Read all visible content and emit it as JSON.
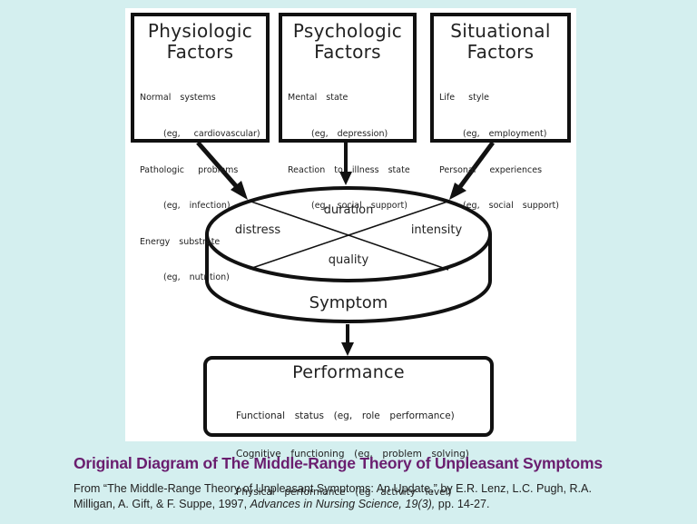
{
  "diagram": {
    "factors": [
      {
        "title_line1": "Physiologic",
        "title_line2": "Factors",
        "items": [
          {
            "label": "Normal  systems",
            "example": "(eg,   cardiovascular)"
          },
          {
            "label": "Pathologic   problems",
            "example": "(eg,  infection)"
          },
          {
            "label": "Energy  substrate",
            "example": "(eg,  nutrition)"
          }
        ]
      },
      {
        "title_line1": "Psychologic",
        "title_line2": "Factors",
        "items": [
          {
            "label": "Mental  state",
            "example": "(eg,  depression)"
          },
          {
            "label": "Reaction  to  illness  state",
            "example": "(eg,  social  support)"
          }
        ]
      },
      {
        "title_line1": "Situational",
        "title_line2": "Factors",
        "items": [
          {
            "label": "Life   style",
            "example": "(eg,  employment)"
          },
          {
            "label": "Personal   experiences",
            "example": "(eg,  social  support)"
          }
        ]
      }
    ],
    "symptom": {
      "label": "Symptom",
      "dimensions": {
        "top": "duration",
        "left": "distress",
        "right": "intensity",
        "bottom": "quality"
      }
    },
    "performance": {
      "title": "Performance",
      "items": [
        "Functional  status  (eg,  role  performance)",
        "Cognitive  functioning  (eg,  problem  solving)",
        "Physical  performance  (eg  activity  level)"
      ]
    }
  },
  "caption": {
    "title": "Original Diagram of The Middle-Range Theory of Unpleasant Symptoms",
    "citation_prefix": "From “The Middle-Range Theory of Unpleasant Symptoms: An Update,” by E.R. Lenz, L.C. Pugh, R.A. Milligan, A. Gift, & F. Suppe, 1997, ",
    "citation_journal": "Advances in Nursing Science, 19(3),",
    "citation_suffix": " pp. 14-27."
  },
  "colors": {
    "background": "#d4efef",
    "caption_title": "#6a1e6f",
    "line": "#111111"
  }
}
